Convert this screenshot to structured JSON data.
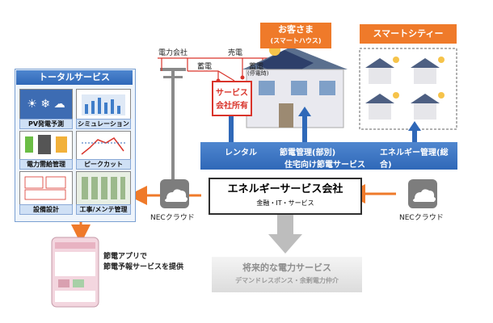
{
  "power": {
    "company": "電力会社",
    "sell": "売電",
    "charge1": "蓄電",
    "charge2": "蓄電",
    "charge2_sub": "(停電時)"
  },
  "customer": {
    "title": "お客さま",
    "subtitle": "(スマートハウス)",
    "owned_label_1": "サービス",
    "owned_label_2": "会社所有"
  },
  "smartcity": {
    "title": "スマートシティー"
  },
  "total": {
    "title": "トータルサービス",
    "items": [
      {
        "label": "PV発電予測"
      },
      {
        "label": "シミュレーション"
      },
      {
        "label": "電力需給管理"
      },
      {
        "label": "ピークカット"
      },
      {
        "label": "設備設計"
      },
      {
        "label": "工事/メンテ管理"
      }
    ]
  },
  "services_bar": {
    "rental": "レンタル",
    "saving_partial": "節電管理(部別)",
    "energy_total": "エネルギー管理(総合)",
    "subtitle": "住宅向け節電サービス"
  },
  "energy_company": {
    "name": "エネルギーサービス会社",
    "sub": "金融・IT・サービス"
  },
  "cloud": {
    "left": "NECクラウド",
    "right": "NECクラウド"
  },
  "app": {
    "line1": "節電アプリで",
    "line2": "節電予報サービスを提供"
  },
  "future": {
    "title": "将来的な電力サービス",
    "sub": "デマンドレスポンス・余剰電力仲介"
  },
  "colors": {
    "orange": "#ef7a2a",
    "blue": "#2f68b8",
    "gray": "#9a9a9a"
  }
}
